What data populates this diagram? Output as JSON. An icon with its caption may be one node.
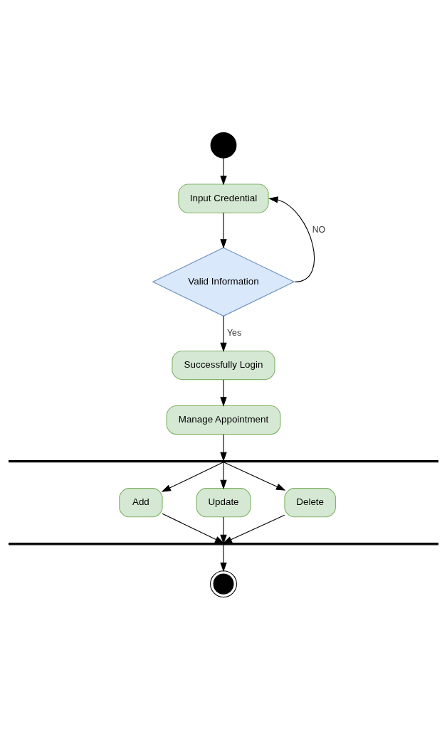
{
  "diagram": {
    "nodes": [
      {
        "text": [],
        "shape": "circle"
      },
      {
        "text": [
          "Input Credential"
        ]
      },
      {
        "text": [
          "Valid Information"
        ]
      },
      {
        "text": [
          "Successfully Login"
        ]
      },
      {
        "text": [
          "Manage Appointment"
        ]
      },
      {
        "text": [],
        "shape": "bar"
      },
      {
        "text": [
          "Add"
        ]
      },
      {
        "text": [
          "Update"
        ]
      },
      {
        "text": [
          "Delete"
        ]
      },
      {
        "text": [],
        "shape": "bar"
      },
      {
        "text": [],
        "shape": "circle"
      }
    ],
    "edges": [
      {
        "from": 0,
        "to": 1,
        "arrow": "to"
      },
      {
        "from": 1,
        "to": 2,
        "arrow": "to"
      },
      {
        "from": 2,
        "to": 1,
        "arrow": "to",
        "label": "NO"
      },
      {
        "from": 2,
        "to": 3,
        "arrow": "to",
        "label": "Yes"
      },
      {
        "from": 3,
        "to": 4,
        "arrow": "to"
      },
      {
        "from": 4,
        "to": 5,
        "arrow": "to"
      },
      {
        "from": 5,
        "to": 6,
        "arrow": "to"
      },
      {
        "from": 5,
        "to": 7,
        "arrow": "to"
      },
      {
        "from": 5,
        "to": 8,
        "arrow": "to"
      },
      {
        "from": 6,
        "to": 9,
        "arrow": "to"
      },
      {
        "from": 7,
        "to": 9,
        "arrow": "to"
      },
      {
        "from": 8,
        "to": 9,
        "arrow": "to"
      },
      {
        "from": 9,
        "to": 10,
        "arrow": "to"
      }
    ]
  }
}
